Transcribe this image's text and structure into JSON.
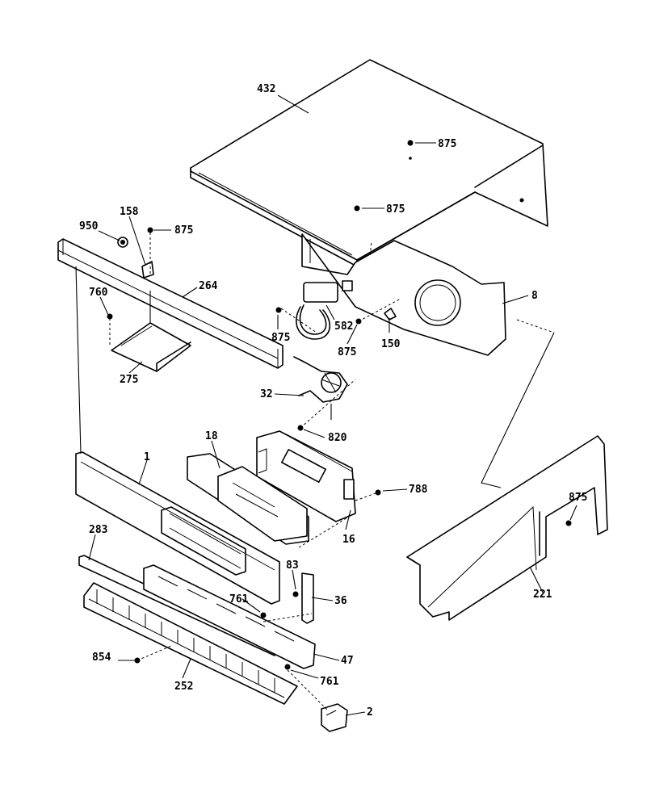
{
  "diagram": {
    "labels": {
      "p432": "432",
      "p875a": "875",
      "p875b": "875",
      "p875c": "875",
      "p875d": "875",
      "p875e": "875",
      "p875f": "875",
      "p950": "950",
      "p158": "158",
      "p264": "264",
      "p760": "760",
      "p275": "275",
      "p582": "582",
      "p150": "150",
      "p8": "8",
      "p32": "32",
      "p820": "820",
      "p18": "18",
      "p16": "16",
      "p788": "788",
      "p1": "1",
      "p283": "283",
      "p83": "83",
      "p36": "36",
      "p761a": "761",
      "p761b": "761",
      "p47": "47",
      "p854": "854",
      "p252": "252",
      "p2": "2",
      "p221": "221"
    }
  }
}
